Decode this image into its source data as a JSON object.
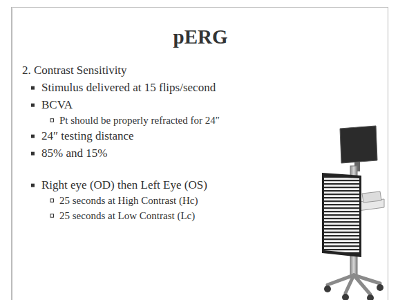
{
  "diagram": {
    "title": "pERG",
    "labels": [
      "2. Contrast Sensitivity",
      "Stimulus delivered at 15 flips/second",
      "BCVA",
      "Pt should be properly refracted for 24″",
      "24″ testing distance",
      "85% and 15%",
      "Right eye (OD) then Left Eye (OS)",
      "25 seconds at High Contrast (Hc)",
      "25 seconds at Low Contrast (Lc)"
    ]
  }
}
